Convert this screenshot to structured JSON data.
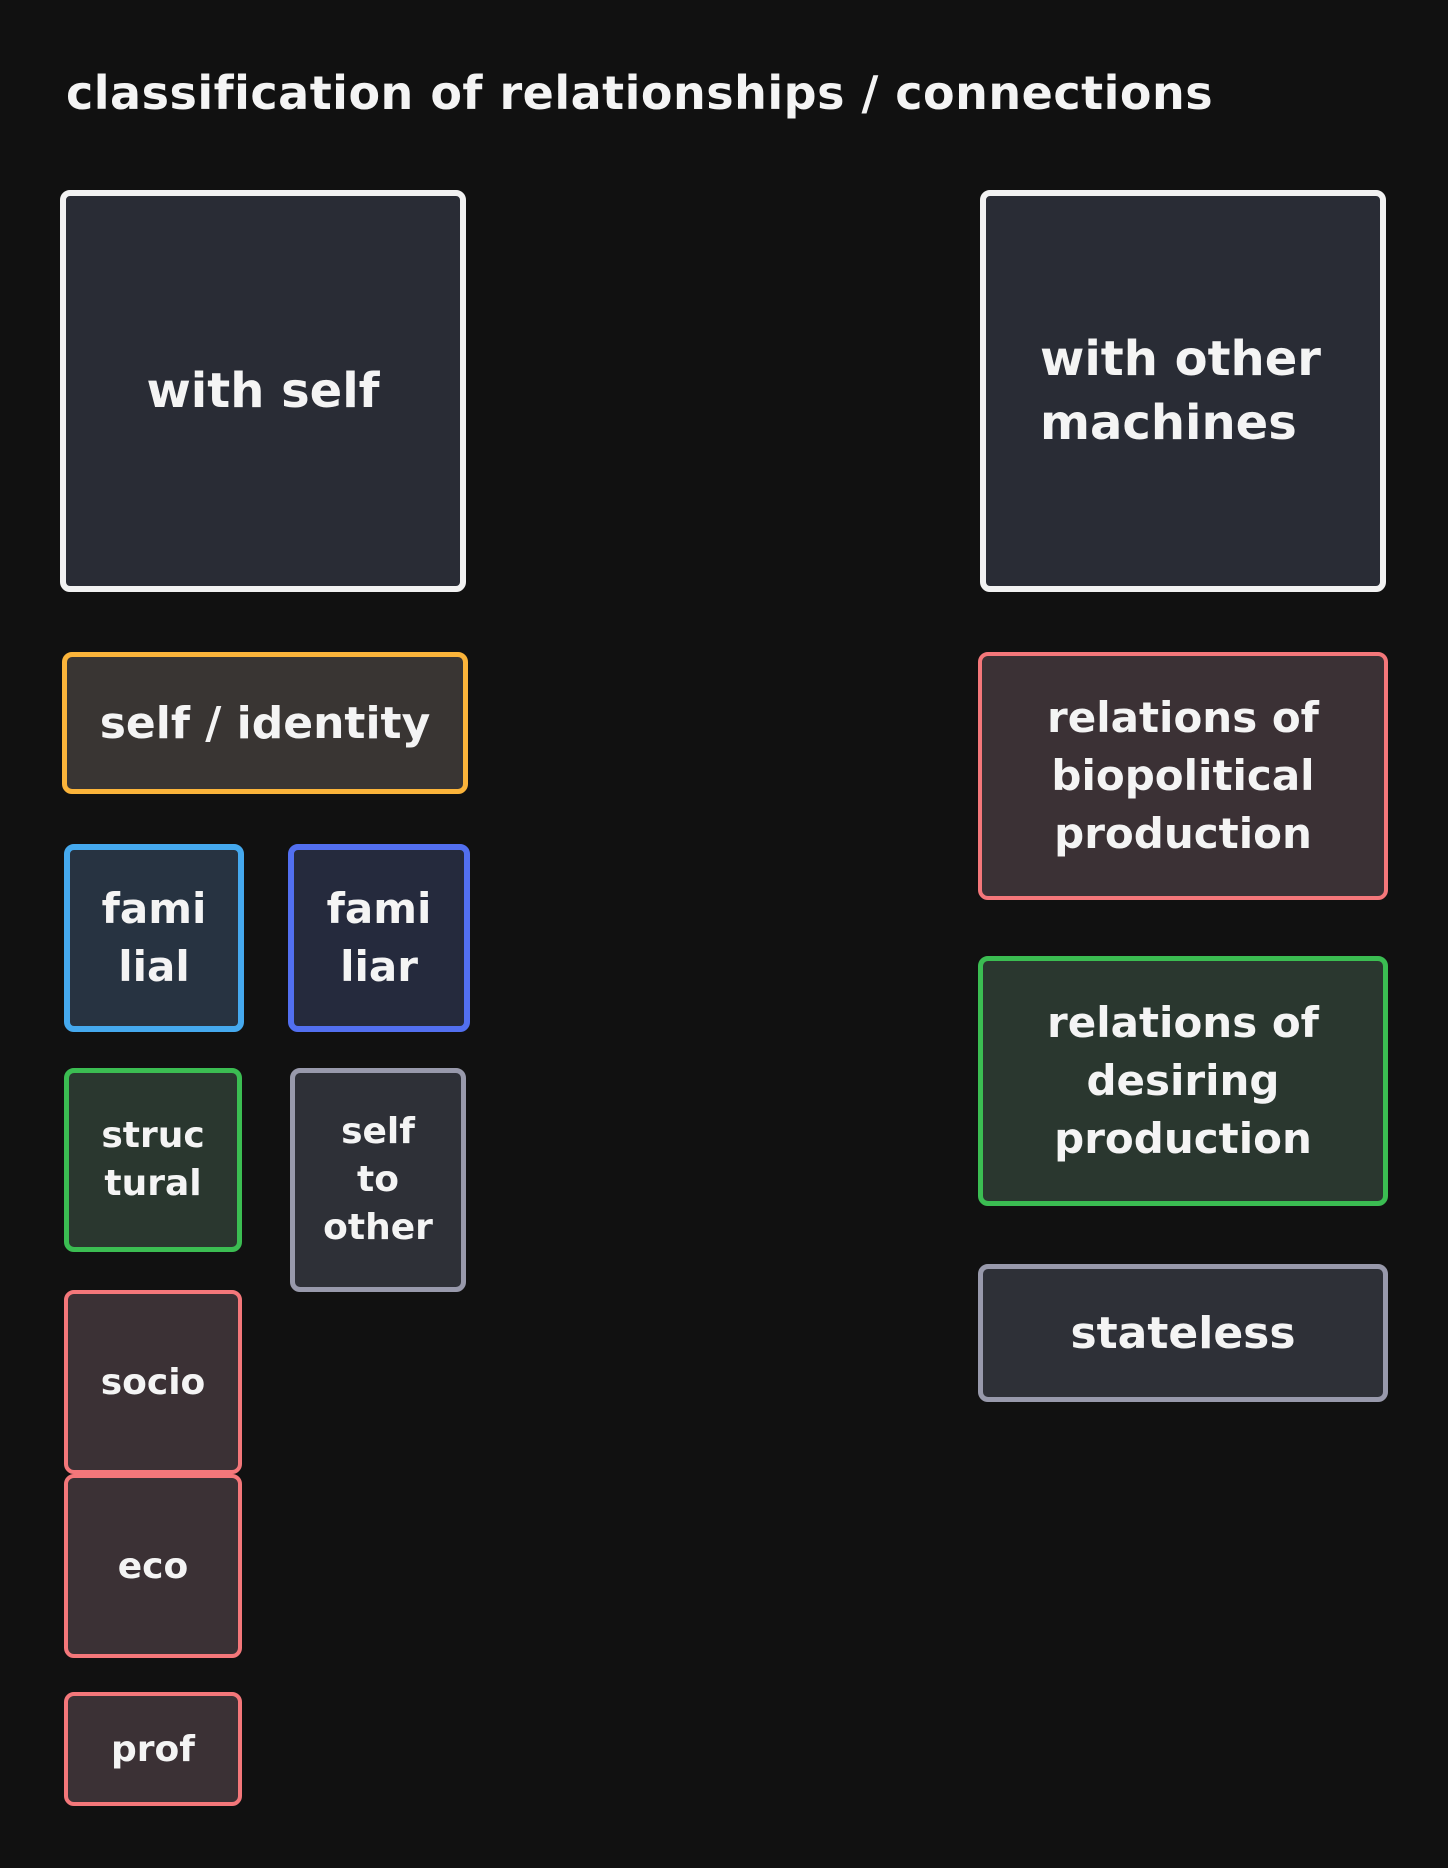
{
  "title": "classification of relationships / connections",
  "colors": {
    "background": "#111111",
    "white": "#f2f2f2",
    "yellow": "#fbb43a",
    "pink": "#f4777a",
    "green": "#3bbd52",
    "gray": "#9899ab",
    "light_blue": "#45a9ee",
    "blue": "#526ff0"
  },
  "nodes": {
    "with_self": "with self",
    "with_other_machines": "with other\nmachines",
    "self_identity": "self / identity",
    "familial": "fami\nlial",
    "familiar": "fami\nliar",
    "structural": "struc\ntural",
    "self_to_other": "self\nto\nother",
    "socio": "socio",
    "eco": "eco",
    "prof": "prof",
    "relations_biopolitical": "relations of\nbiopolitical\nproduction",
    "relations_desiring": "relations of\ndesiring\nproduction",
    "stateless": "stateless"
  }
}
